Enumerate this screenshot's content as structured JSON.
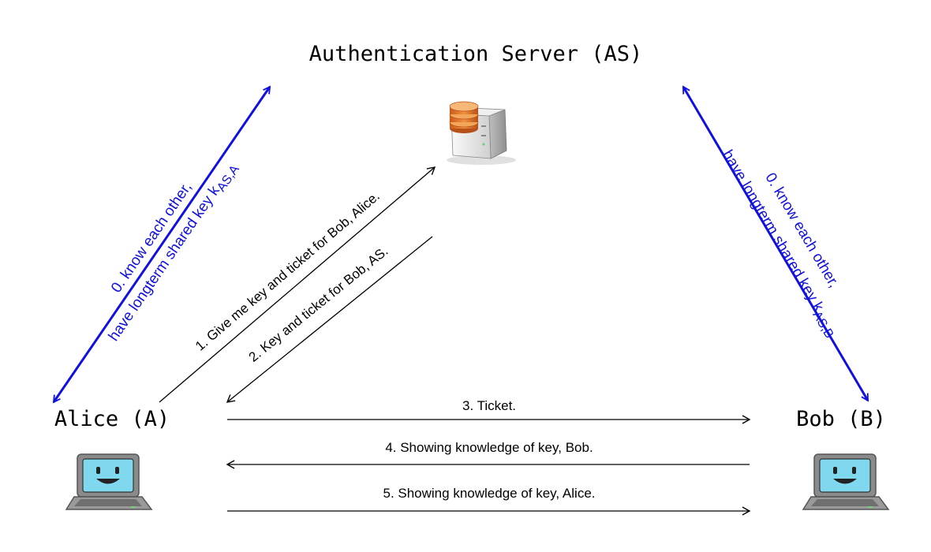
{
  "nodes": {
    "server": {
      "label": "Authentication Server (AS)",
      "icon": "database-server-icon"
    },
    "alice": {
      "label": "Alice (A)",
      "icon": "smiling-laptop-icon"
    },
    "bob": {
      "label": "Bob (B)",
      "icon": "smiling-laptop-icon"
    }
  },
  "side_notes": {
    "left": {
      "line1": "0. know each other,",
      "line2_prefix": "have longterm shared key k",
      "line2_subscript": "AS,A"
    },
    "right": {
      "line1": "0. know each other,",
      "line2_prefix": "have longterm shared key k",
      "line2_subscript": "AS,B"
    }
  },
  "messages": {
    "m1": "1. Give me key and ticket for Bob, Alice.",
    "m2": "2. Key and ticket for Bob, AS.",
    "m3": "3. Ticket.",
    "m4": "4. Showing knowledge of key, Bob.",
    "m5": "5. Showing knowledge of key, Alice."
  },
  "colors": {
    "long_term_link": "#1010e0",
    "message_arrow": "#000000",
    "text": "#000000",
    "laptop_screen": "#7fd8ee",
    "laptop_body": "#8a8a8a",
    "db_disk": "#e07a2c",
    "server_body": "#e8e8e8"
  }
}
